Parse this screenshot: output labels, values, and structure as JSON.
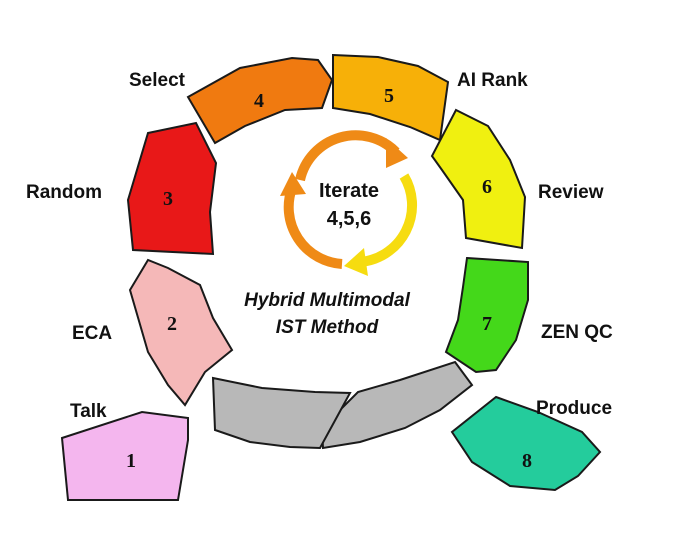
{
  "segments": [
    {
      "number": "1",
      "label": "Talk",
      "color": "#f4b6ee"
    },
    {
      "number": "2",
      "label": "ECA",
      "color": "#f5b8b8"
    },
    {
      "number": "3",
      "label": "Random",
      "color": "#e81818"
    },
    {
      "number": "4",
      "label": "Select",
      "color": "#f07a10"
    },
    {
      "number": "5",
      "label": "AI Rank",
      "color": "#f7b008"
    },
    {
      "number": "6",
      "label": "Review",
      "color": "#f0f010"
    },
    {
      "number": "7",
      "label": "ZEN QC",
      "color": "#44d81a"
    },
    {
      "number": "8",
      "label": "Produce",
      "color": "#24cc9c"
    }
  ],
  "gray_segments_color": "#b8b8b8",
  "iterate": {
    "line1": "Iterate",
    "line2": "4,5,6"
  },
  "center": {
    "line1": "Hybrid Multimodal",
    "line2": "IST Method"
  },
  "arrow_colors": {
    "orange": "#ef8a16",
    "yellow": "#f6dc10"
  }
}
